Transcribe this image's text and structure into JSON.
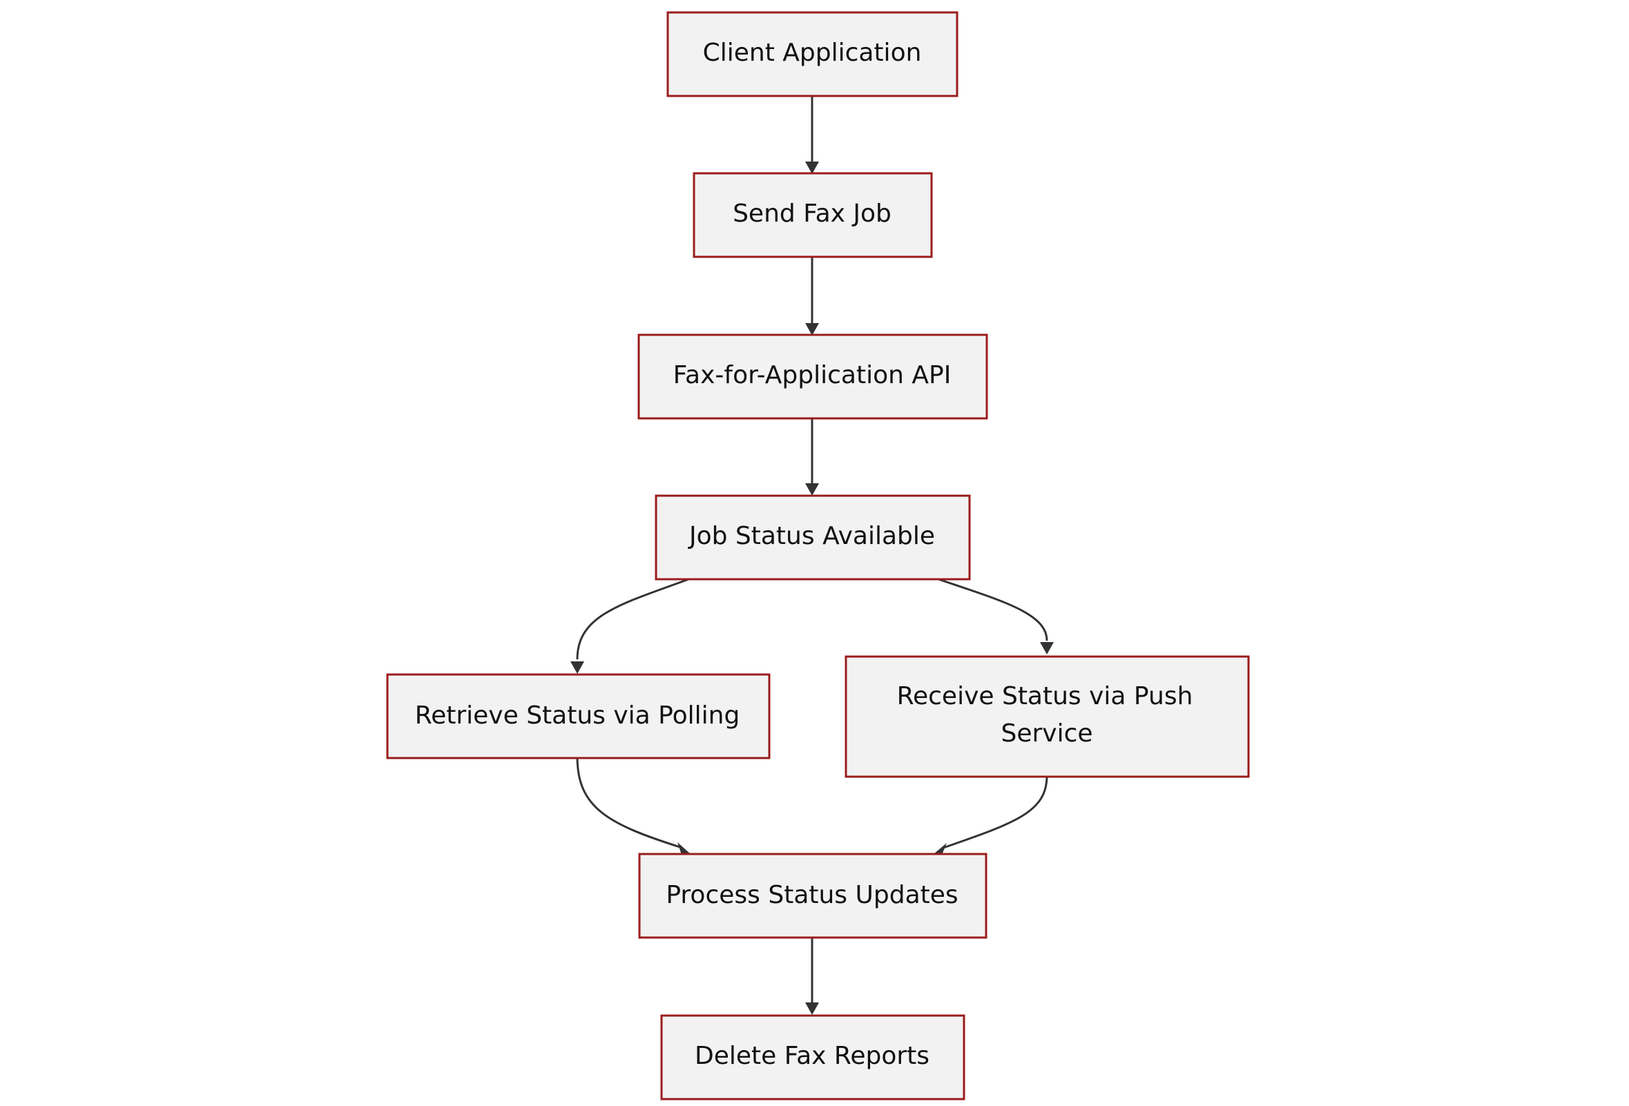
{
  "diagram": {
    "colors": {
      "node_fill": "#f2f2f2",
      "node_border": "#9b1c1c",
      "edge": "#333333",
      "text": "#111111"
    },
    "nodes": {
      "client_application": {
        "label": "Client Application"
      },
      "send_fax_job": {
        "label": "Send Fax Job"
      },
      "fax_api": {
        "label": "Fax-for-Application API"
      },
      "job_status_available": {
        "label": "Job Status Available"
      },
      "retrieve_polling": {
        "label": "Retrieve Status via Polling"
      },
      "receive_push": {
        "label_line1": "Receive Status via Push",
        "label_line2": "Service"
      },
      "process_updates": {
        "label": "Process Status Updates"
      },
      "delete_reports": {
        "label": "Delete Fax Reports"
      }
    },
    "edges": [
      {
        "from": "client_application",
        "to": "send_fax_job"
      },
      {
        "from": "send_fax_job",
        "to": "fax_api"
      },
      {
        "from": "fax_api",
        "to": "job_status_available"
      },
      {
        "from": "job_status_available",
        "to": "retrieve_polling"
      },
      {
        "from": "job_status_available",
        "to": "receive_push"
      },
      {
        "from": "retrieve_polling",
        "to": "process_updates"
      },
      {
        "from": "receive_push",
        "to": "process_updates"
      },
      {
        "from": "process_updates",
        "to": "delete_reports"
      }
    ]
  }
}
